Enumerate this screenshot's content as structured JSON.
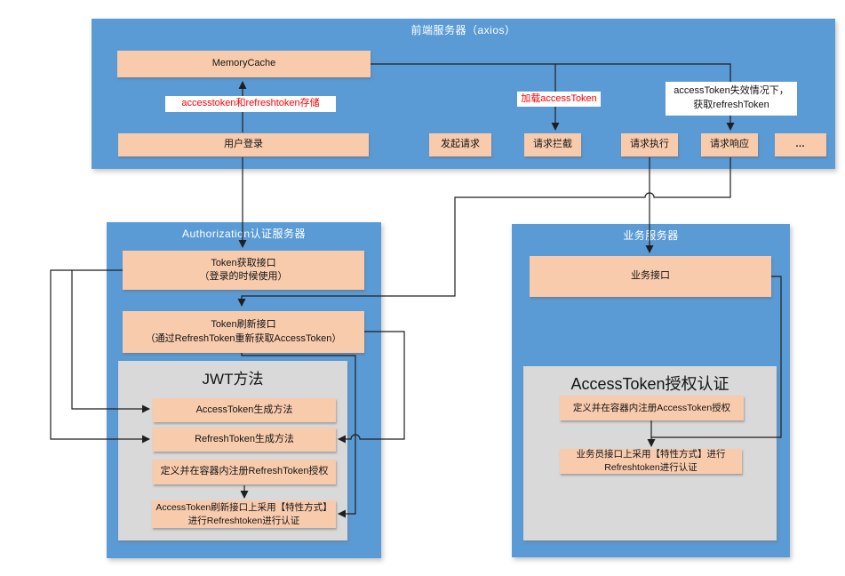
{
  "frontend": {
    "title": "前端服务器（axios）",
    "memory_cache": "MemoryCache",
    "steps": [
      "用户登录",
      "发起请求",
      "请求拦截",
      "请求执行",
      "请求响应",
      "…"
    ],
    "labels": {
      "store": "accesstoken和refreshtoken存储",
      "load": "加载accessToken",
      "expired_line1": "accessToken失效情况下，",
      "expired_line2": "获取refreshToken"
    }
  },
  "auth_server": {
    "title": "Authorization认证服务器",
    "token_get": {
      "line1": "Token获取接口",
      "line2": "（登录的时候使用）"
    },
    "token_refresh": {
      "line1": "Token刷新接口",
      "line2": "（通过RefreshToken重新获取AccessToken）"
    },
    "jwt": {
      "title": "JWT方法",
      "methods": [
        "AccessToken生成方法",
        "RefreshToken生成方法",
        "定义并在容器内注册RefreshToken授权",
        "AccessToken刷新接口上采用【特性方式】进行Refreshtoken进行认证"
      ]
    }
  },
  "business_server": {
    "title": "业务服务器",
    "api": "业务接口",
    "auth": {
      "title": "AccessToken授权认证",
      "items": [
        "定义并在容器内注册AccessToken授权",
        "业务员接口上采用【特性方式】进行Refreshtoken进行认证"
      ]
    }
  },
  "colors": {
    "container_blue": "#5b9bd5",
    "box_peach": "#f8cbad",
    "panel_gray": "#d9d9d9",
    "label_red": "#ff0000",
    "line": "#1f1f1f"
  }
}
